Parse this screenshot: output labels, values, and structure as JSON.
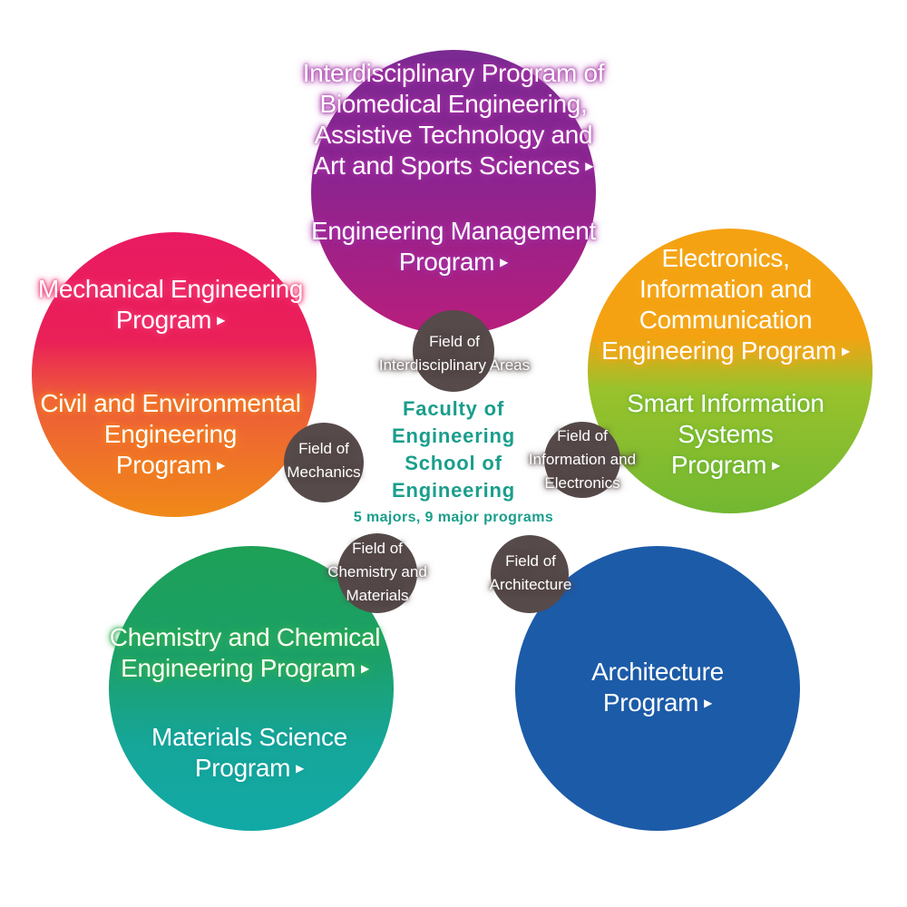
{
  "center": {
    "lines": [
      "Faculty of",
      "Engineering",
      "School of",
      "Engineering"
    ],
    "summary": "5 majors, 9 major programs",
    "color": "#1a9e8c"
  },
  "fields": {
    "interdisciplinary": [
      "Field of",
      "Interdisciplinary Areas"
    ],
    "mechanics": [
      "Field of",
      "Mechanics"
    ],
    "information": [
      "Field of",
      "Information and",
      "Electronics"
    ],
    "chemistry": [
      "Field of",
      "Chemistry and",
      "Materials"
    ],
    "architecture": [
      "Field of",
      "Architecture"
    ]
  },
  "programs": {
    "biomedical": [
      "Interdisciplinary Program of",
      "Biomedical Engineering,",
      "Assistive Technology and",
      "Art and Sports Sciences"
    ],
    "management": [
      "Engineering Management",
      "Program"
    ],
    "mechanical": [
      "Mechanical Engineering",
      "Program"
    ],
    "civil": [
      "Civil and Environmental",
      "Engineering",
      "Program"
    ],
    "electronics": [
      "Electronics,",
      "Information and",
      "Communication",
      "Engineering Program"
    ],
    "smart": [
      "Smart Information",
      "Systems",
      "Program"
    ],
    "chemical": [
      "Chemistry and Chemical",
      "Engineering Program"
    ],
    "materials": [
      "Materials Science",
      "Program"
    ],
    "architecture": [
      "Architecture",
      "Program"
    ]
  },
  "arrow_glyph": "▶",
  "colors": {
    "interdisciplinary": "#8c2490",
    "mechanics": "#e91a62",
    "information": "#f4a212",
    "chemistry": "#1da056",
    "architecture": "#1c5ba8",
    "field_circle": "#564a4a"
  }
}
